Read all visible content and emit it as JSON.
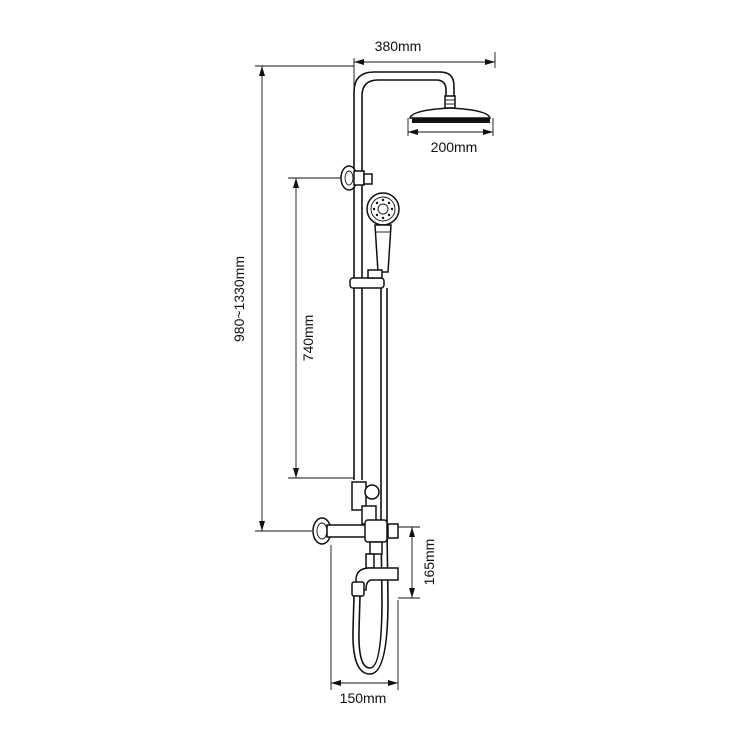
{
  "dimensions": {
    "top_width": "380mm",
    "head_diameter": "200mm",
    "total_height": "980~1330mm",
    "rail_height": "740mm",
    "mixer_to_spout": "165mm",
    "spout_reach": "150mm"
  }
}
